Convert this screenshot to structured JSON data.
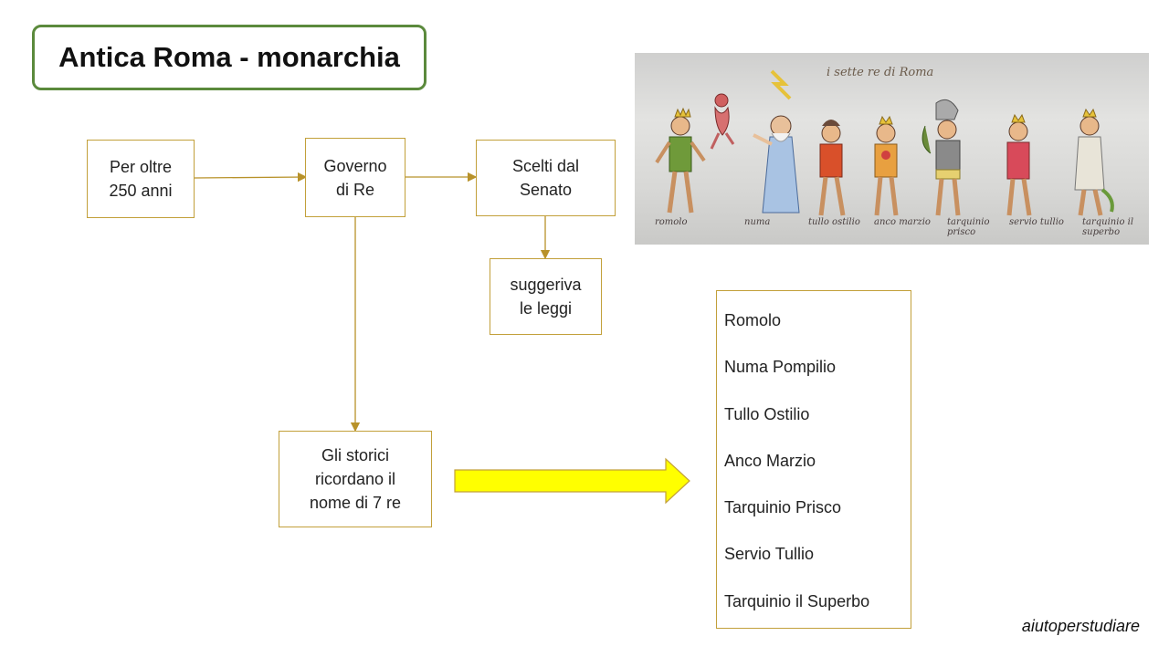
{
  "title": "Antica Roma - monarchia",
  "boxes": {
    "per_oltre": "Per oltre\n250 anni",
    "governo": "Governo\ndi Re",
    "scelti": "Scelti dal\nSenato",
    "suggeriva": "suggeriva\nle leggi",
    "storici": "Gli storici\nricordano il\nnome di 7 re"
  },
  "kings": [
    "Romolo",
    "Numa Pompilio",
    "Tullo Ostilio",
    "Anco Marzio",
    "Tarquinio Prisco",
    "Servio Tullio",
    "Tarquinio il Superbo"
  ],
  "illustration": {
    "title": "i sette re di Roma",
    "labels": [
      "romolo",
      "numa",
      "tullo ostilio",
      "anco marzio",
      "tarquinio prisco",
      "servio tullio",
      "tarquinio il superbo"
    ]
  },
  "watermark": "aiutoperstudiare",
  "colors": {
    "title_border": "#5b8a3c",
    "box_border": "#c2a03a",
    "connector": "#b8922a",
    "big_arrow_fill": "#ffff00",
    "big_arrow_stroke": "#c2a03a"
  }
}
